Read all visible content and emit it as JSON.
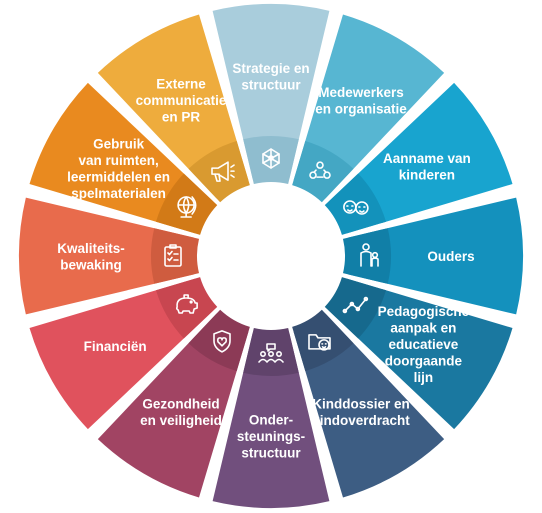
{
  "diagram": {
    "segments": [
      {
        "id": "strategie",
        "lines": [
          "Strategie en",
          "structuur"
        ],
        "icon": "network-cube-icon",
        "color": "#a9cddc",
        "inner": "#8fbdcf"
      },
      {
        "id": "medewerkers",
        "lines": [
          "Medewerkers",
          "en organisatie"
        ],
        "icon": "team-people-icon",
        "color": "#57b6d2",
        "inner": "#44a7c4"
      },
      {
        "id": "aanname",
        "lines": [
          "Aanname van",
          "kinderen"
        ],
        "icon": "children-faces-icon",
        "color": "#18a4cf",
        "inner": "#1392bb"
      },
      {
        "id": "ouders",
        "lines": [
          "Ouders"
        ],
        "icon": "parent-child-icon",
        "color": "#1491bd",
        "inner": "#117fa7"
      },
      {
        "id": "pedagogisch",
        "lines": [
          "Pedagogische",
          "aanpak en",
          "educatieve",
          "doorgaande",
          "lijn"
        ],
        "icon": "line-graph-icon",
        "color": "#1a78a0",
        "inner": "#16698d"
      },
      {
        "id": "kinddossier",
        "lines": [
          "Kinddossier en",
          "kindoverdracht"
        ],
        "icon": "folder-child-icon",
        "color": "#3d5d83",
        "inner": "#354f71"
      },
      {
        "id": "ondersteuning",
        "lines": [
          "Onder-",
          "steunings-",
          "structuur"
        ],
        "icon": "group-chat-icon",
        "color": "#714f7d",
        "inner": "#60436b"
      },
      {
        "id": "gezondheid",
        "lines": [
          "Gezondheid",
          "en veiligheid"
        ],
        "icon": "shield-heart-icon",
        "color": "#a14463",
        "inner": "#8c3a56"
      },
      {
        "id": "financien",
        "lines": [
          "Financiën"
        ],
        "icon": "piggy-bank-icon",
        "color": "#e0525d",
        "inner": "#c84650"
      },
      {
        "id": "kwaliteit",
        "lines": [
          "Kwaliteits-",
          "bewaking"
        ],
        "icon": "clipboard-checklist-icon",
        "color": "#e86b4c",
        "inner": "#cf5c3f"
      },
      {
        "id": "gebruik",
        "lines": [
          "Gebruik",
          "van ruimten,",
          "leermiddelen en",
          "spelmaterialen"
        ],
        "icon": "globe-icon",
        "color": "#e98a1f",
        "inner": "#d27a17"
      },
      {
        "id": "extern",
        "lines": [
          "Externe",
          "communicatie",
          "en PR"
        ],
        "icon": "megaphone-icon",
        "color": "#eeac3d",
        "inner": "#d99a30"
      }
    ]
  }
}
